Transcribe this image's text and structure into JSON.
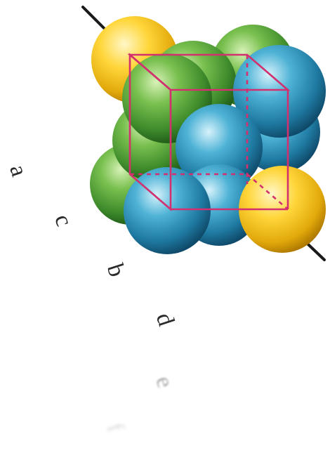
{
  "labels": {
    "a": "a",
    "c": "c",
    "b": "b",
    "d": "d",
    "faded_1": "e",
    "faded_2": "f"
  },
  "colors": {
    "background": "#ffffff",
    "green_atom": "#4f9a3a",
    "blue_atom": "#2f8fb5",
    "yellow_atom": "#f2c21c",
    "unit_cell": "#d2306e",
    "stick": "#1a1a1a"
  },
  "icons": {
    "green": "green-sphere-icon",
    "blue": "blue-sphere-icon",
    "yellow": "yellow-sphere-icon"
  }
}
